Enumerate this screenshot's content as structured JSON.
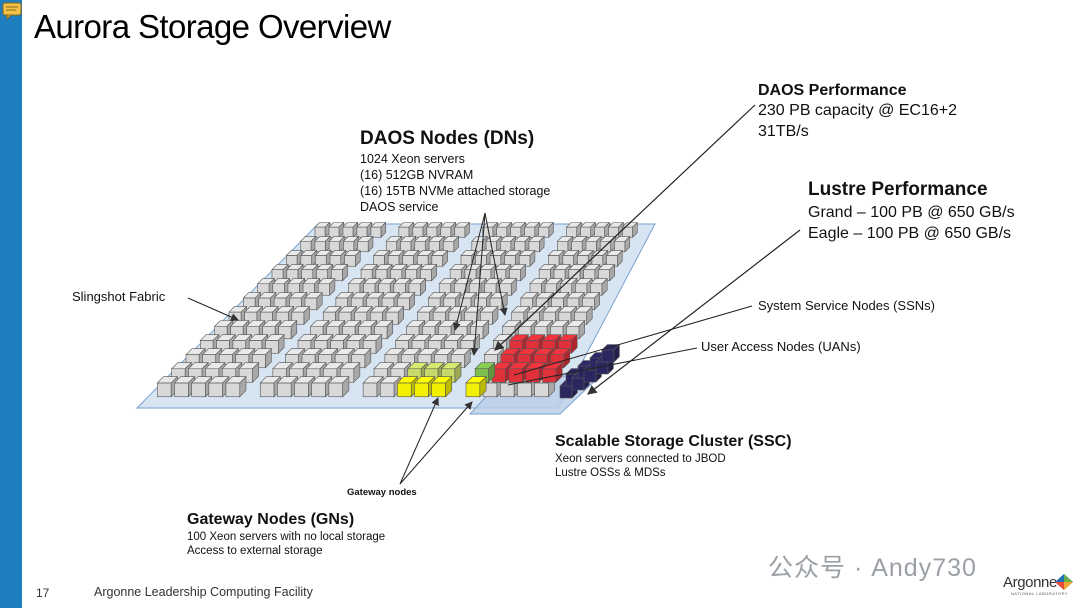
{
  "slide": {
    "title": "Aurora Storage Overview",
    "page_number": "17",
    "footer": "Argonne Leadership Computing Facility"
  },
  "daos_performance": {
    "heading": "DAOS Performance",
    "line1": "230 PB capacity @ EC16+2",
    "line2": "31TB/s"
  },
  "daos_nodes": {
    "heading": "DAOS Nodes (DNs)",
    "lines": [
      "1024 Xeon servers",
      "(16) 512GB NVRAM",
      "(16) 15TB NVMe attached storage",
      "DAOS service"
    ]
  },
  "lustre_performance": {
    "heading": "Lustre Performance",
    "line1": "Grand – 100 PB @ 650 GB/s",
    "line2": "Eagle – 100 PB @ 650 GB/s"
  },
  "labels": {
    "slingshot": "Slingshot Fabric",
    "ssn": "System Service Nodes (SSNs)",
    "uan": "User Access Nodes (UANs)",
    "gateway_small": "Gateway nodes"
  },
  "ssc": {
    "heading": "Scalable Storage Cluster (SSC)",
    "lines": [
      "Xeon servers connected to JBOD",
      "Lustre OSSs & MDSs"
    ]
  },
  "gateway_nodes": {
    "heading": "Gateway Nodes (GNs)",
    "lines": [
      "100 Xeon servers with no local storage",
      "Access to external storage"
    ]
  },
  "watermark": {
    "text": "公众号 · Andy730"
  },
  "logo": {
    "name": "Argonne",
    "sub": "NATIONAL LABORATORY"
  },
  "colors": {
    "left_bar": "#1f7ec0",
    "fabric": "#c9dbee",
    "node_gray": "#d8d8d8",
    "daos_red": "#e0303a",
    "gateway_yellow": "#f2f000",
    "ssc_navy": "#2a2660"
  }
}
